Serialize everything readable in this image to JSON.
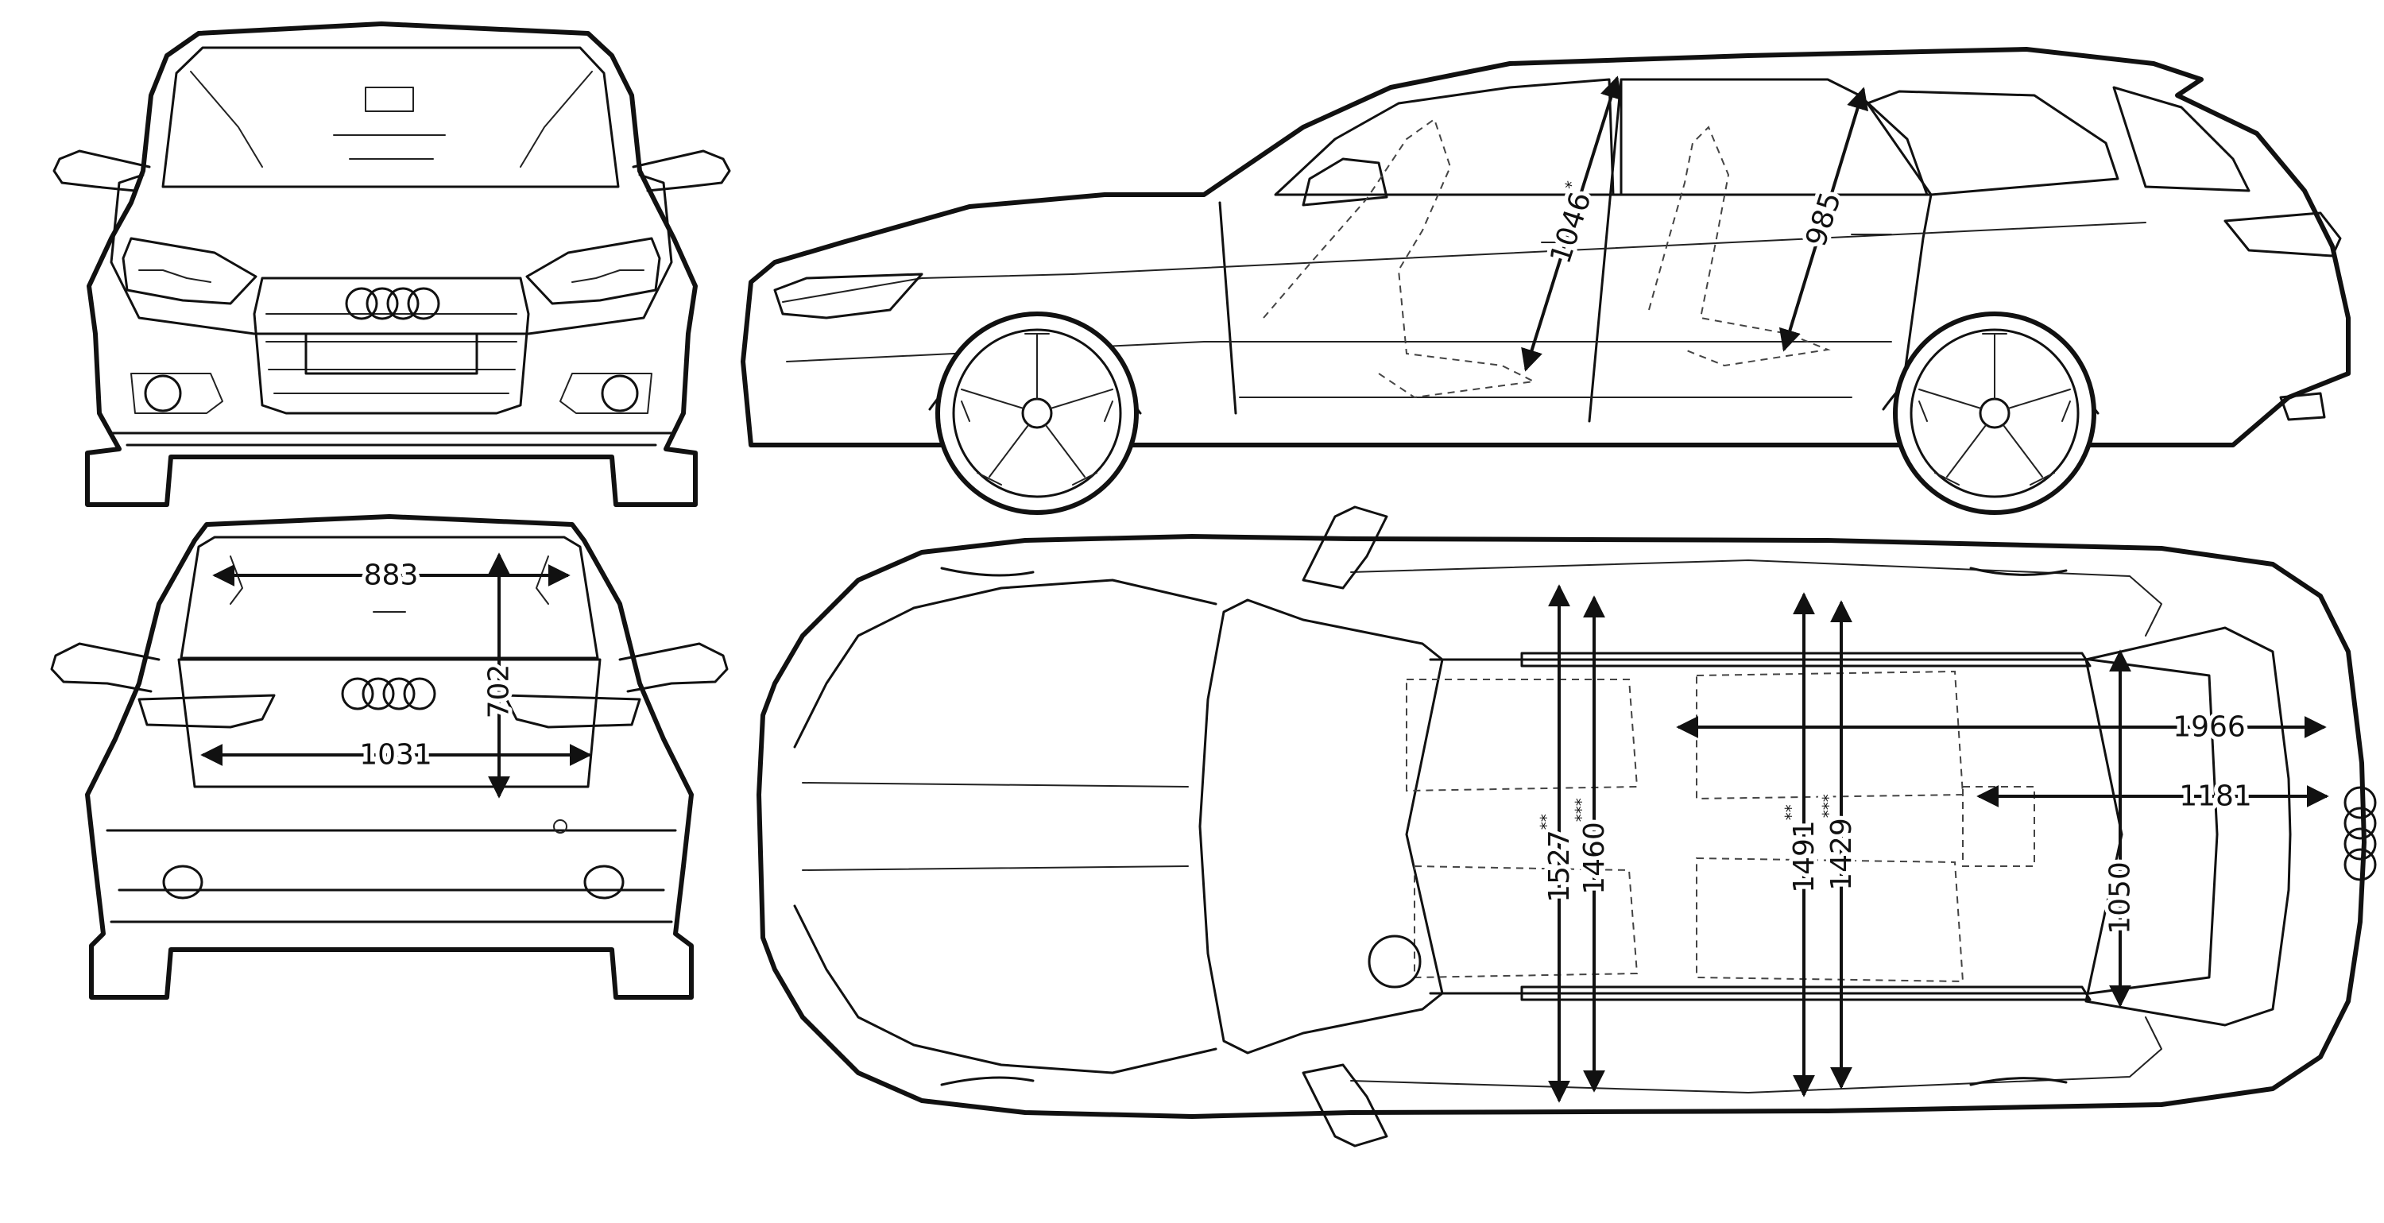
{
  "views": [
    "front",
    "side",
    "rear",
    "top"
  ],
  "dimensions": {
    "front_headroom": {
      "value": "1046",
      "mark": "*"
    },
    "rear_headroom": {
      "value": "985",
      "mark": ""
    },
    "tailgate_opening_width": {
      "value": "883",
      "mark": ""
    },
    "tailgate_opening_height": {
      "value": "702",
      "mark": ""
    },
    "loading_width": {
      "value": "1031",
      "mark": ""
    },
    "front_shoulder_width": {
      "value": "1527",
      "mark": "**"
    },
    "front_hip_width": {
      "value": "1460",
      "mark": "***"
    },
    "rear_shoulder_width": {
      "value": "1491",
      "mark": "**"
    },
    "rear_hip_width": {
      "value": "1429",
      "mark": "***"
    },
    "load_length_seats_folded": {
      "value": "1966",
      "mark": ""
    },
    "load_length": {
      "value": "1181",
      "mark": ""
    },
    "load_width_between_arches": {
      "value": "1050",
      "mark": ""
    }
  },
  "colors": {
    "line": "#111111",
    "background": "#ffffff"
  }
}
